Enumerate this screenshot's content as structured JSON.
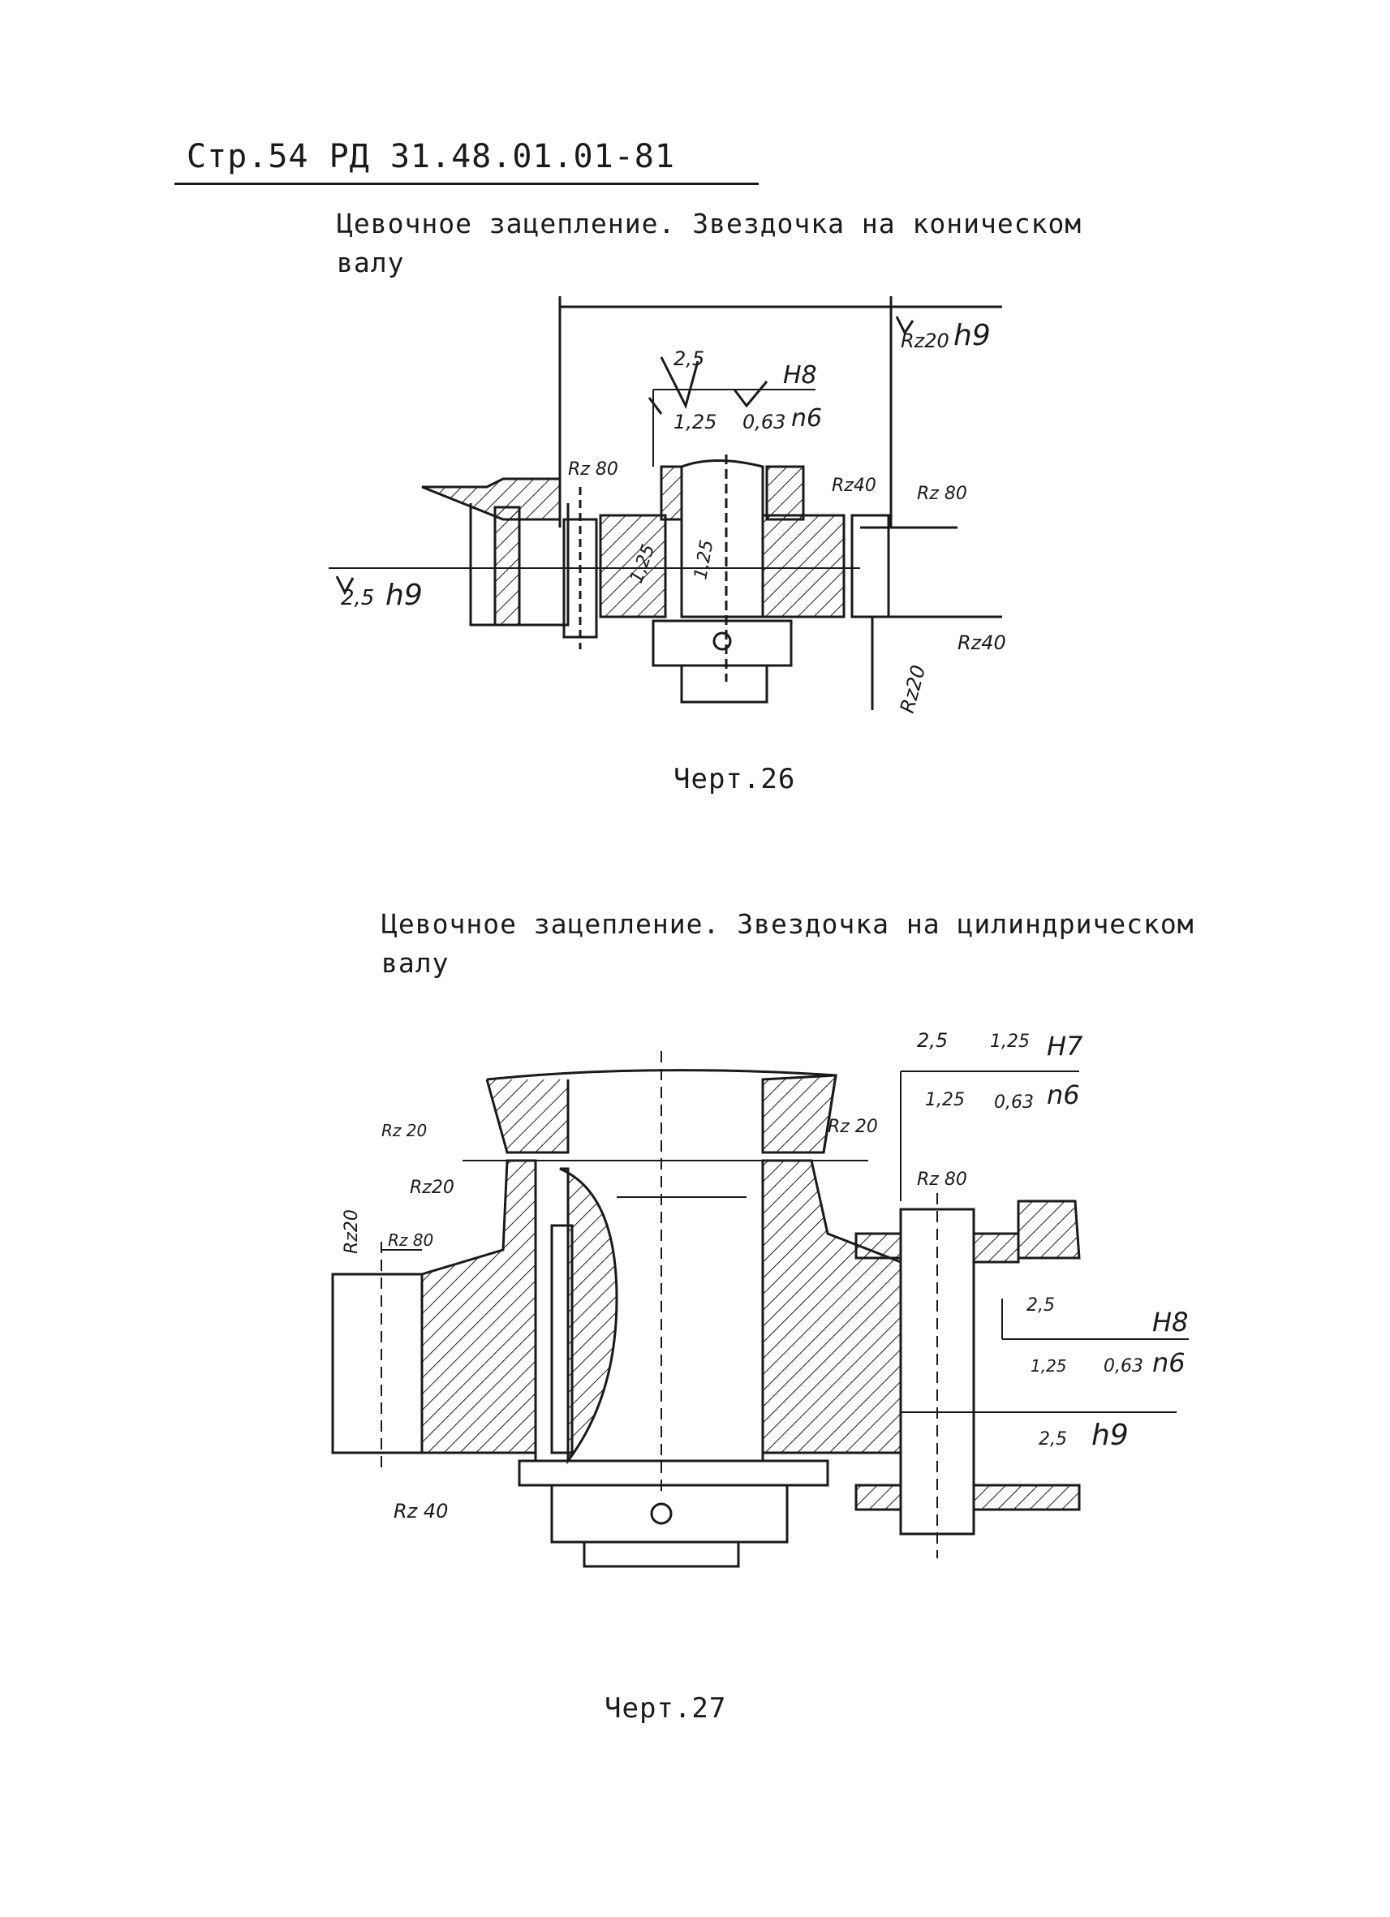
{
  "page_header": "Стр.54 РД 31.48.01.01-81",
  "figures": [
    {
      "caption_line1": "Цевочное зацепление. Звездочка на коническом",
      "caption_line2": "валу",
      "label": "Черт.26",
      "annotations": {
        "a1": "2,5",
        "a2": "1,25",
        "a3": "0,63",
        "a4": "H8",
        "a5": "n6",
        "a6": "Rz20",
        "a7": "h9",
        "a8": "Rz 80",
        "a9": "Rz40",
        "a10": "Rz 80",
        "a11": "2,5",
        "a12": "h9",
        "a13": "1,25",
        "a14": "1,25",
        "a15": "Rz40",
        "a16": "Rz20"
      }
    },
    {
      "caption_line1": "Цевочное зацепление. Звездочка на цилиндрическом",
      "caption_line2": "валу",
      "label": "Черт.27",
      "annotations": {
        "b1": "2,5",
        "b2": "1,25",
        "b3": "1,25",
        "b4": "0,63",
        "b5": "H7",
        "b6": "n6",
        "b7": "Rz 20",
        "b8": "Rz20",
        "b9": "Rz 20",
        "b10": "Rz 80",
        "b11": "Rz20",
        "b12": "Rz 80",
        "b13": "2,5",
        "b14": "1,25",
        "b15": "0,63",
        "b16": "H8",
        "b17": "n6",
        "b18": "2,5",
        "b19": "h9",
        "b20": "Rz 40"
      }
    }
  ]
}
